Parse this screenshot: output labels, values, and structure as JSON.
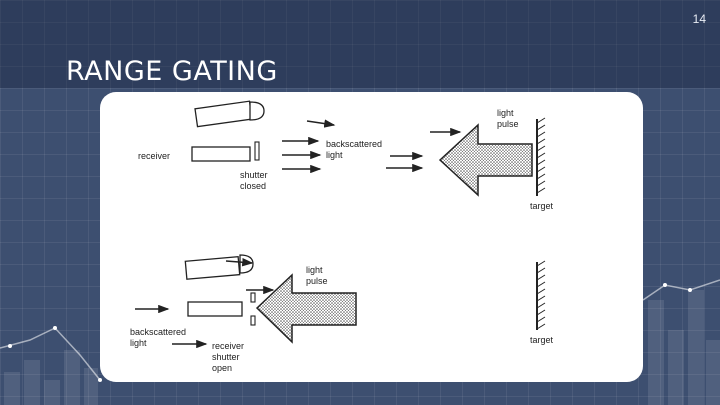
{
  "slide": {
    "number": "14",
    "title": "RANGE GATING"
  },
  "diagram": {
    "top": {
      "light_pulse_line1": "light",
      "light_pulse_line2": "pulse",
      "backscattered_line1": "backscattered",
      "backscattered_line2": "light",
      "receiver": "receiver",
      "shutter_line1": "shutter",
      "shutter_line2": "closed",
      "target": "target"
    },
    "bottom": {
      "light_pulse_line1": "light",
      "light_pulse_line2": "pulse",
      "backscattered_line1": "backscattered",
      "backscattered_line2": "light",
      "receiver_shutter_line1": "receiver",
      "receiver_shutter_line2": "shutter",
      "receiver_shutter_line3": "open",
      "target": "target"
    }
  },
  "colors": {
    "background": "#3d4f70",
    "panel": "#ffffff",
    "ink": "#222222"
  }
}
